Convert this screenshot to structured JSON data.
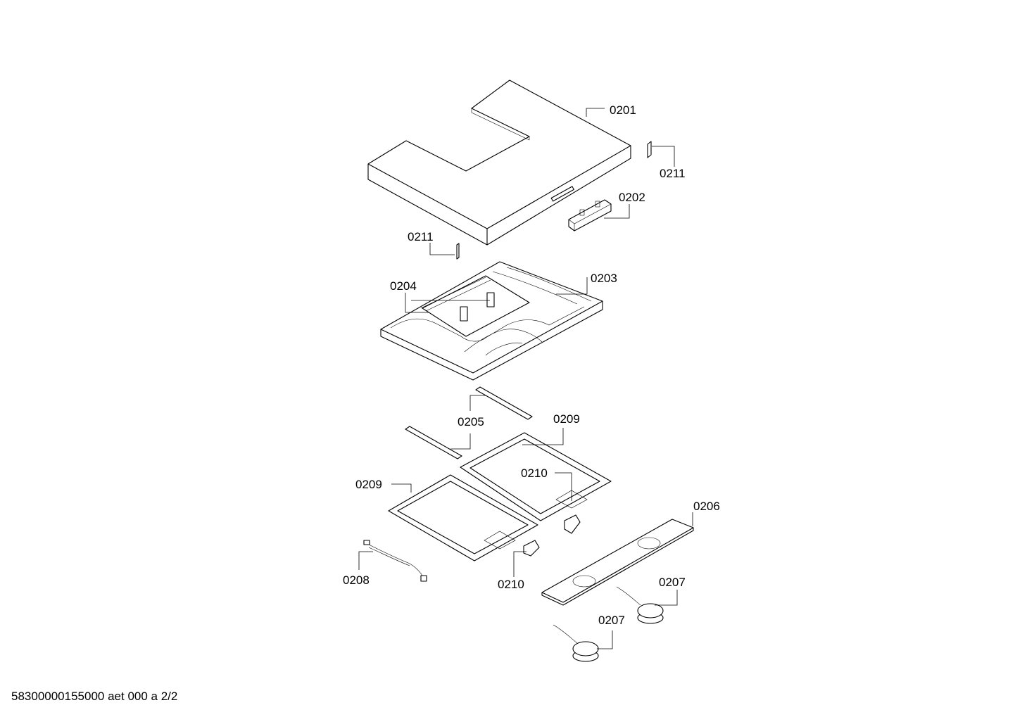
{
  "labels": {
    "p0201": "0201",
    "p0211a": "0211",
    "p0202": "0202",
    "p0211b": "0211",
    "p0203": "0203",
    "p0204": "0204",
    "p0205": "0205",
    "p0209a": "0209",
    "p0209b": "0209",
    "p0210a": "0210",
    "p0210b": "0210",
    "p0206": "0206",
    "p0207a": "0207",
    "p0207b": "0207",
    "p0208": "0208"
  },
  "footer": "58300000155000 aet 000 a 2/2"
}
